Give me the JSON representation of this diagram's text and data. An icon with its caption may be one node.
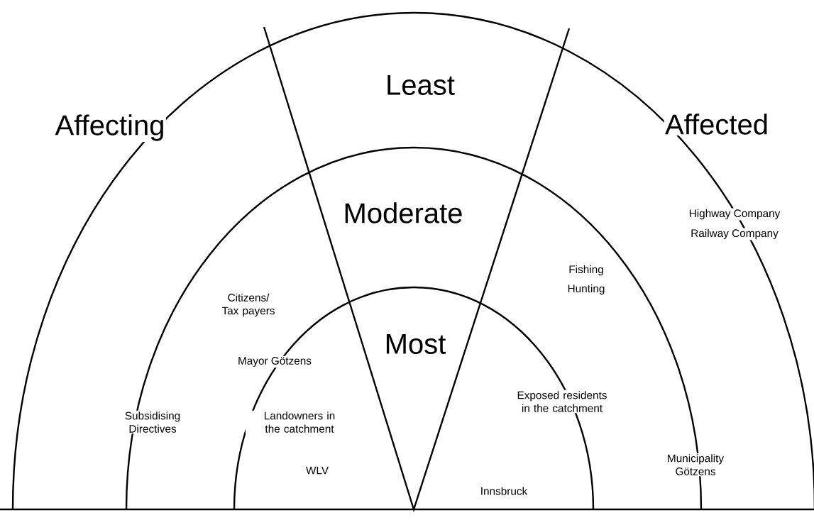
{
  "diagram": {
    "labels": [
      "Least",
      "Affecting",
      "Affected",
      "Moderate",
      "Highway Company",
      "Railway Company",
      "Fishing",
      "Hunting",
      "Citizens/ Tax payers",
      "Most",
      "Mayor  Götzens",
      "Exposed residents in the catchment",
      "Subsidising Directives",
      "Landowners in the catchment",
      "Municipality Götzens",
      "WLV",
      "Innsbruck"
    ]
  }
}
